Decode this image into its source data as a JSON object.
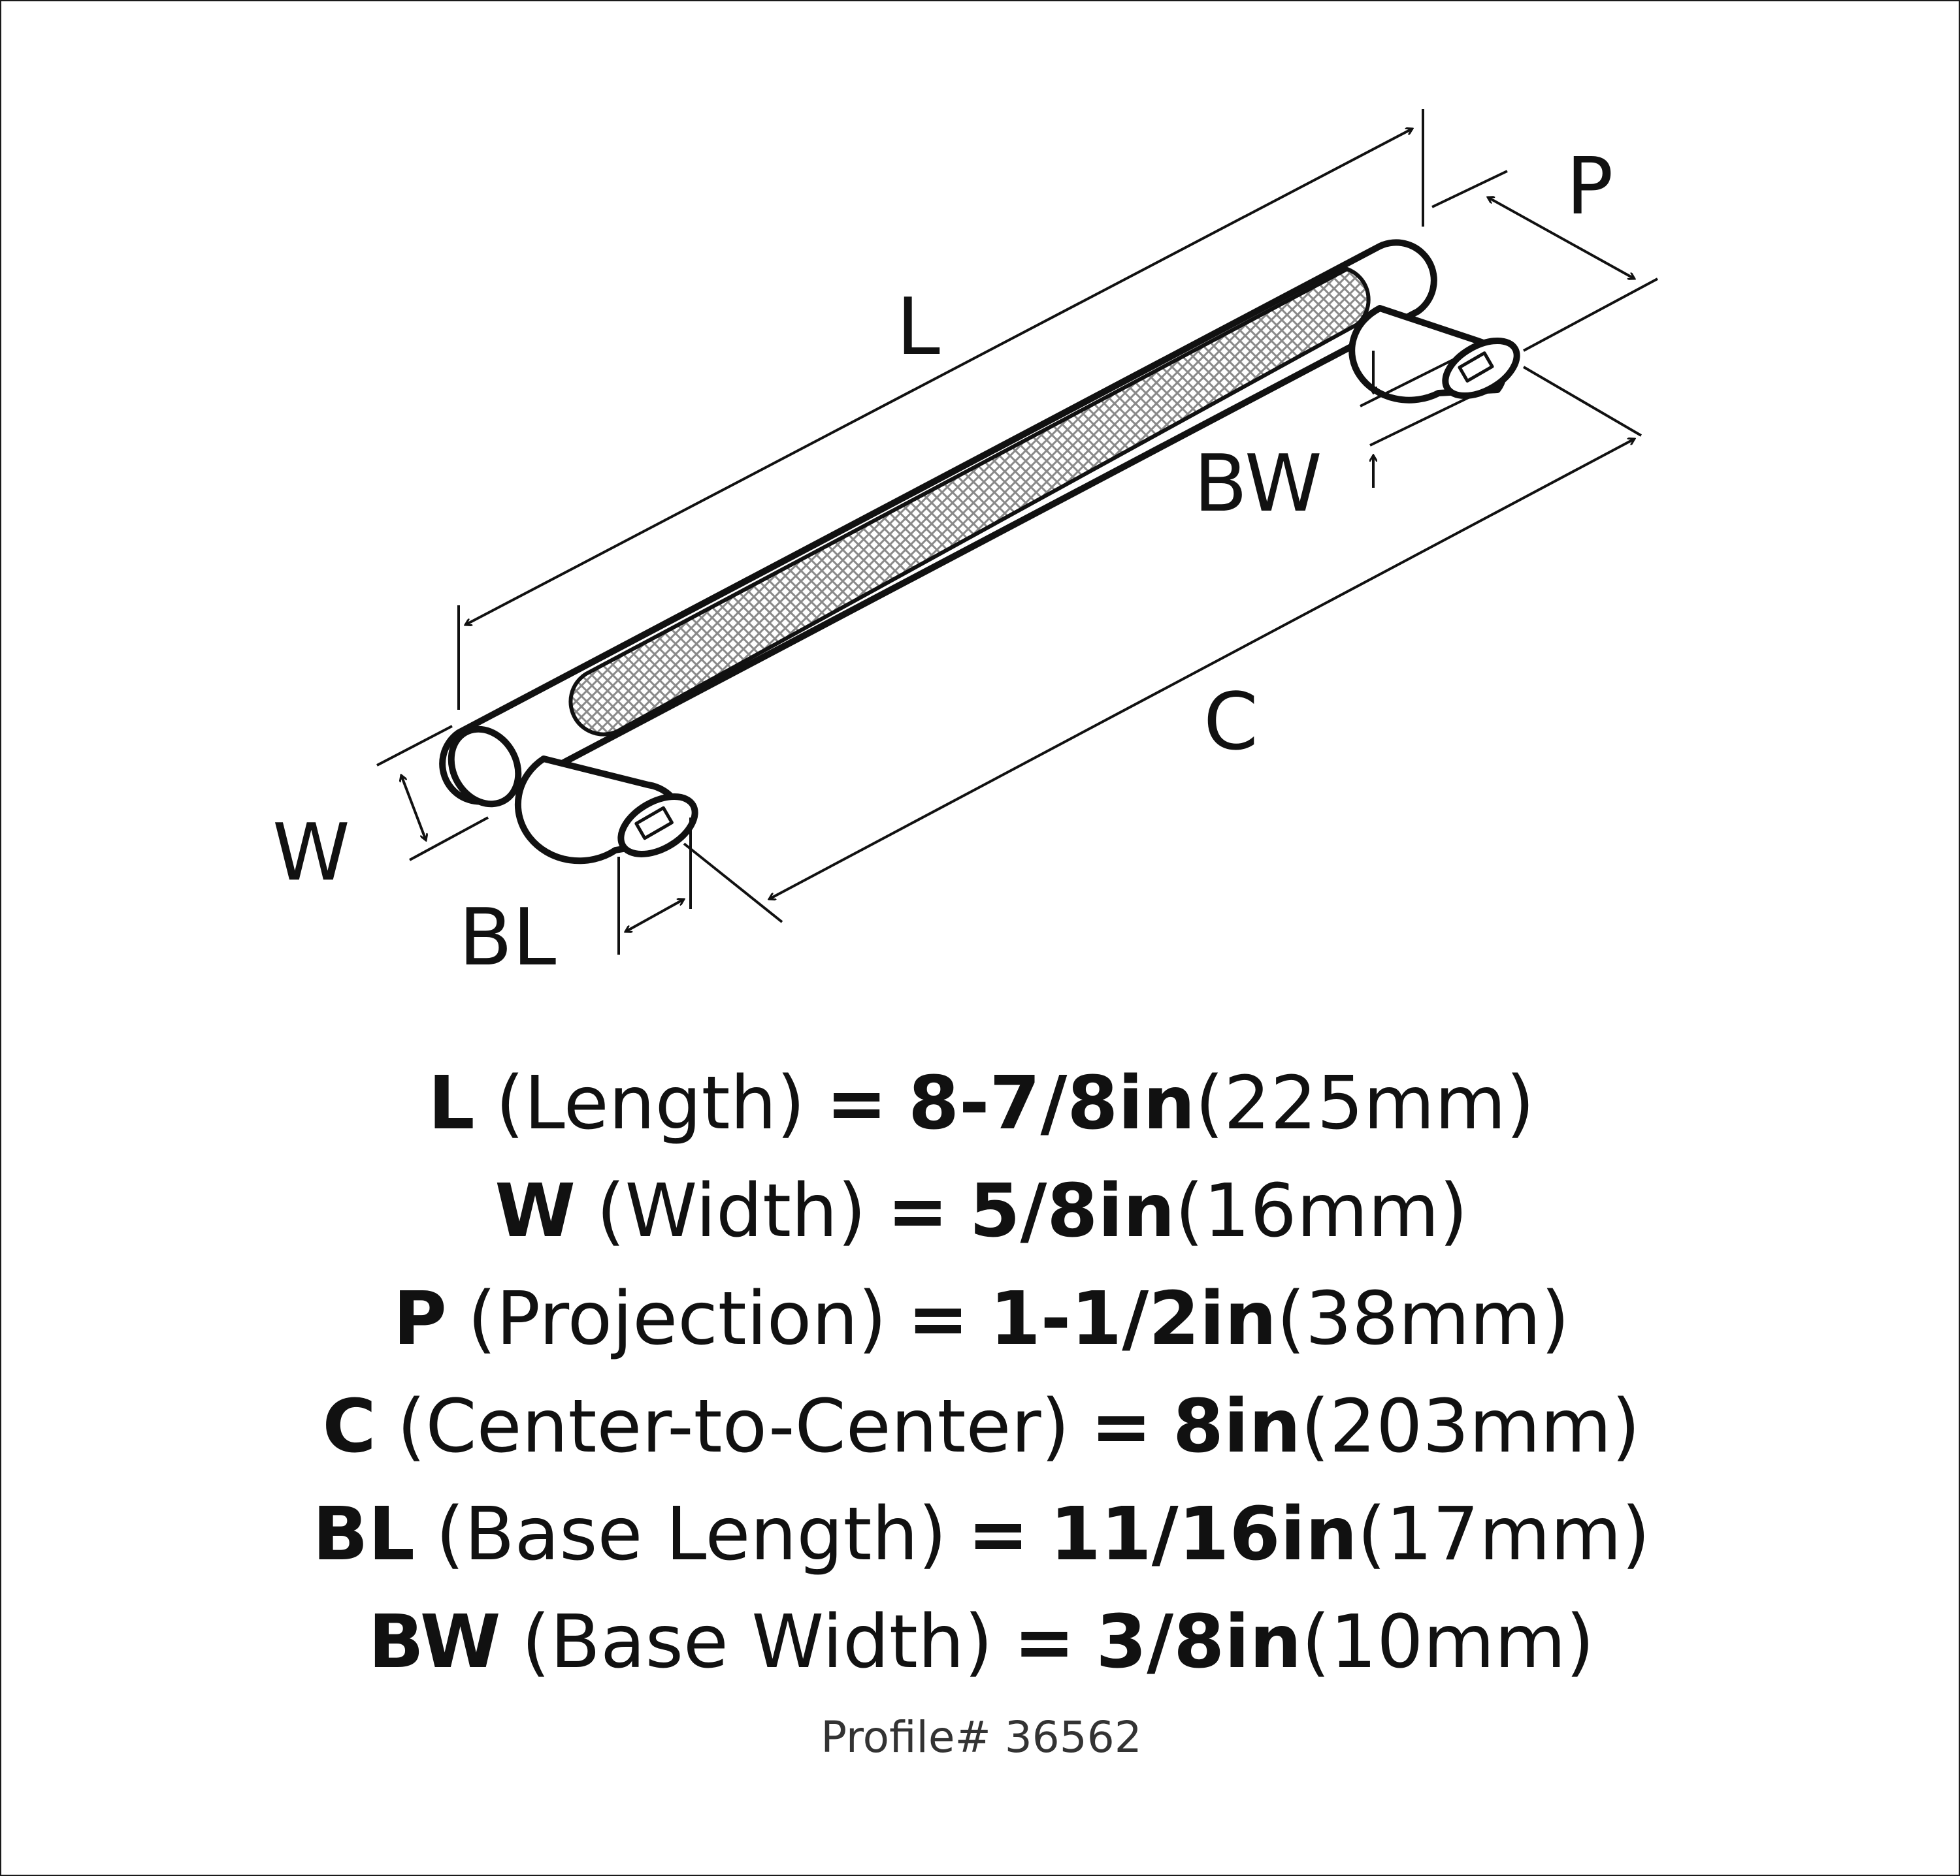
{
  "colors": {
    "line": "#111111",
    "background": "#ffffff",
    "knurl": "#8a8a8a"
  },
  "diagram": {
    "labels": {
      "L": "L",
      "P": "P",
      "BW": "BW",
      "C": "C",
      "W": "W",
      "BL": "BL"
    }
  },
  "specs": [
    {
      "code": "L",
      "name": "(Length)",
      "eq": "=",
      "imperial": "8-7/8in",
      "metric": "(225mm)"
    },
    {
      "code": "W",
      "name": "(Width)",
      "eq": "=",
      "imperial": "5/8in",
      "metric": "(16mm)"
    },
    {
      "code": "P",
      "name": "(Projection)",
      "eq": "=",
      "imperial": "1-1/2in",
      "metric": "(38mm)"
    },
    {
      "code": "C",
      "name": "(Center-to-Center)",
      "eq": "=",
      "imperial": "8in",
      "metric": "(203mm)"
    },
    {
      "code": "BL",
      "name": "(Base Length)",
      "eq": "=",
      "imperial": "11/16in",
      "metric": "(17mm)"
    },
    {
      "code": "BW",
      "name": "(Base Width)",
      "eq": "=",
      "imperial": "3/8in",
      "metric": "(10mm)"
    }
  ],
  "footer": {
    "profile": "Profile# 36562"
  }
}
